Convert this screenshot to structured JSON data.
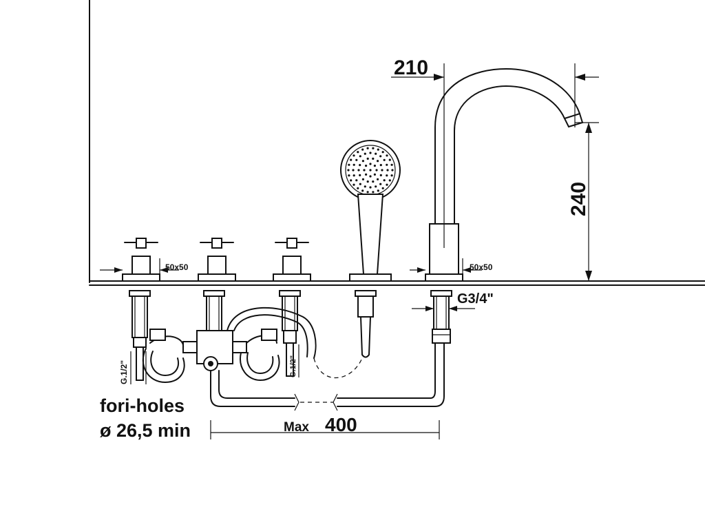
{
  "labels": {
    "dim_spout_reach": "210",
    "dim_spout_height": "240",
    "plate_left": "50x50",
    "plate_right": "50x50",
    "thread_main": "G3/4\"",
    "thread_left": "G.1/2\"",
    "thread_mid": "G.1/2\"",
    "holes_title": "fori-holes",
    "holes_size": "ø 26,5 min",
    "max_prefix": "Max",
    "max_value": "400"
  }
}
